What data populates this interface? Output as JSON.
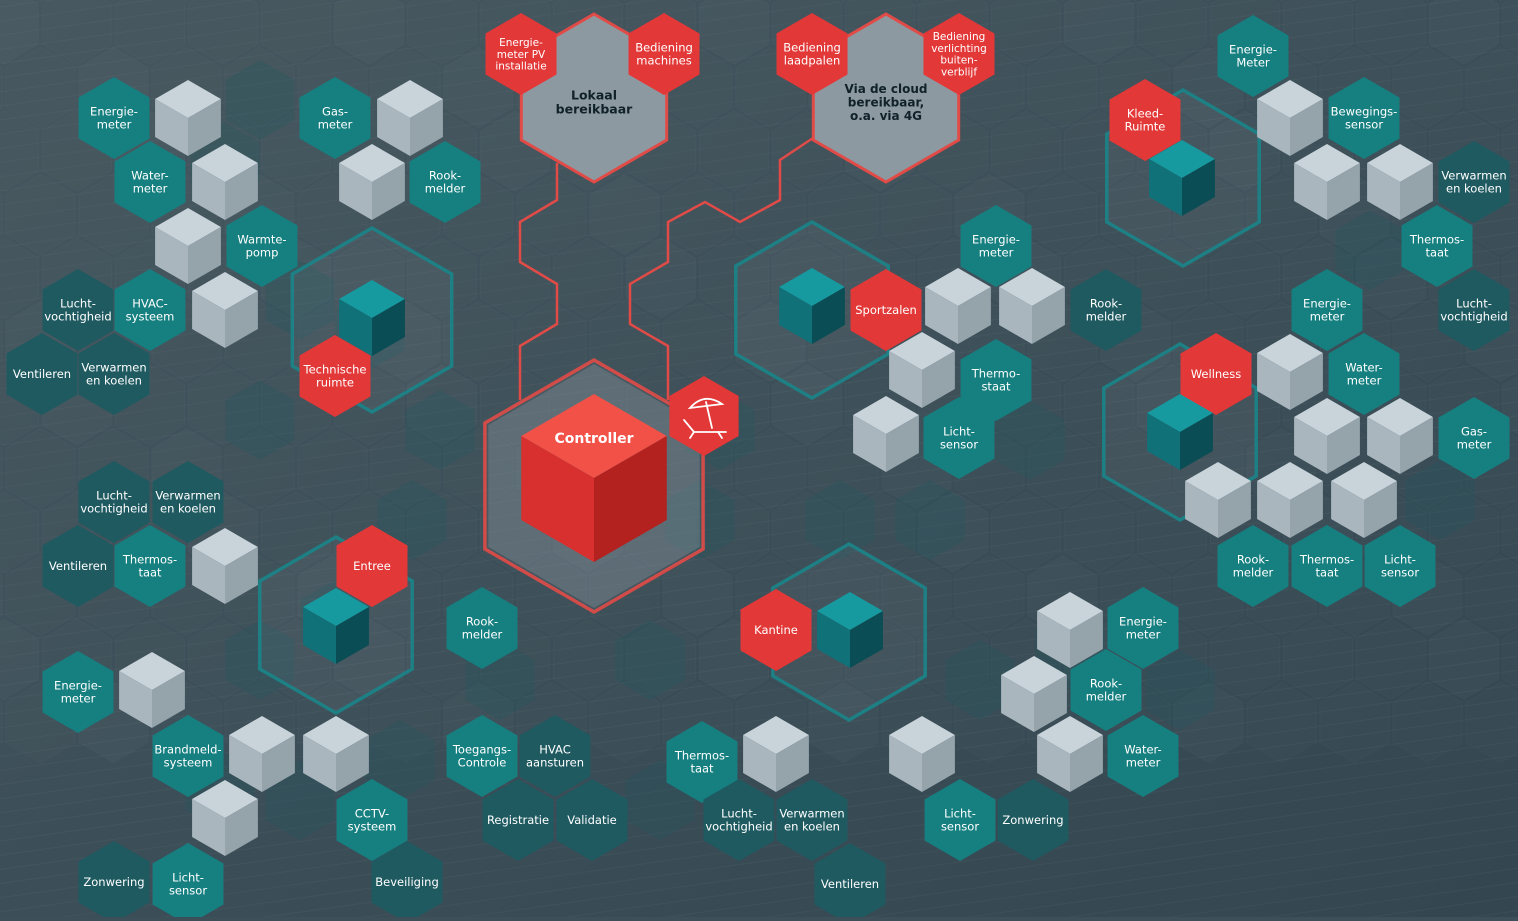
{
  "colors": {
    "background": "#3d4f59",
    "teal": "#167f80",
    "teal_dark": "#1f5a61",
    "red": "#e33838",
    "grey_hex": "#8d99a1",
    "cube_light": [
      "#c9d4da",
      "#a9b6be",
      "#95a3ab"
    ],
    "cube_teal": [
      "#169aa0",
      "#117179",
      "#0b4d55"
    ],
    "cube_red": [
      "#f25148",
      "#d8302e",
      "#b3221f"
    ],
    "outline_red": "#e14b47",
    "outline_teal": "#19858a",
    "label": "#ffffff"
  },
  "central": {
    "label": "Controller",
    "icon": "beach-umbrella-icon",
    "local_group": {
      "title": "Lokaal bereikbaar",
      "items": [
        "Energie-meter PV installatie",
        "Bediening machines"
      ]
    },
    "cloud_group": {
      "title": "Via de cloud bereikbaar, o.a. via 4G",
      "items": [
        "Bediening laadpalen",
        "Bediening verlichting buiten-verblijf"
      ]
    }
  },
  "zones": [
    {
      "id": "technische",
      "name": "Technische ruimte",
      "devices": [
        "Energie-meter",
        "Water-meter",
        "Gas-meter",
        "Rook-melder",
        "Warmte-pomp",
        "HVAC-systeem",
        "Lucht-vochtigheid",
        "Ventileren",
        "Verwarmen en koelen"
      ]
    },
    {
      "id": "sportzalen",
      "name": "Sportzalen",
      "devices": [
        "Energie-meter",
        "Rook-melder",
        "Thermo-staat",
        "Licht-sensor"
      ]
    },
    {
      "id": "kleedruimte",
      "name": "Kleed-Ruimte",
      "devices": [
        "Energie-Meter",
        "Bewegings-sensor",
        "Verwarmen en koelen",
        "Thermos-taat",
        "Lucht-vochtigheid"
      ]
    },
    {
      "id": "wellness",
      "name": "Wellness",
      "devices": [
        "Energie-meter",
        "Water-meter",
        "Gas-meter",
        "Rook-melder",
        "Thermos-taat",
        "Licht-sensor"
      ]
    },
    {
      "id": "entree",
      "name": "Entree",
      "devices": [
        "Lucht-vochtigheid",
        "Verwarmen en koelen",
        "Ventileren",
        "Thermos-taat",
        "Rook-melder",
        "Energie-meter",
        "Brandmeld-systeem",
        "CCTV-systeem",
        "Zonwering",
        "Licht-sensor",
        "Beveiliging",
        "Toegangs-Controle",
        "HVAC aansturen",
        "Registratie",
        "Validatie"
      ]
    },
    {
      "id": "kantine",
      "name": "Kantine",
      "devices": [
        "Thermos-taat",
        "Lucht-vochtigheid",
        "Verwarmen en koelen",
        "Ventileren",
        "Energie-meter",
        "Rook-melder",
        "Water-meter",
        "Licht-sensor",
        "Zonwering"
      ]
    }
  ]
}
